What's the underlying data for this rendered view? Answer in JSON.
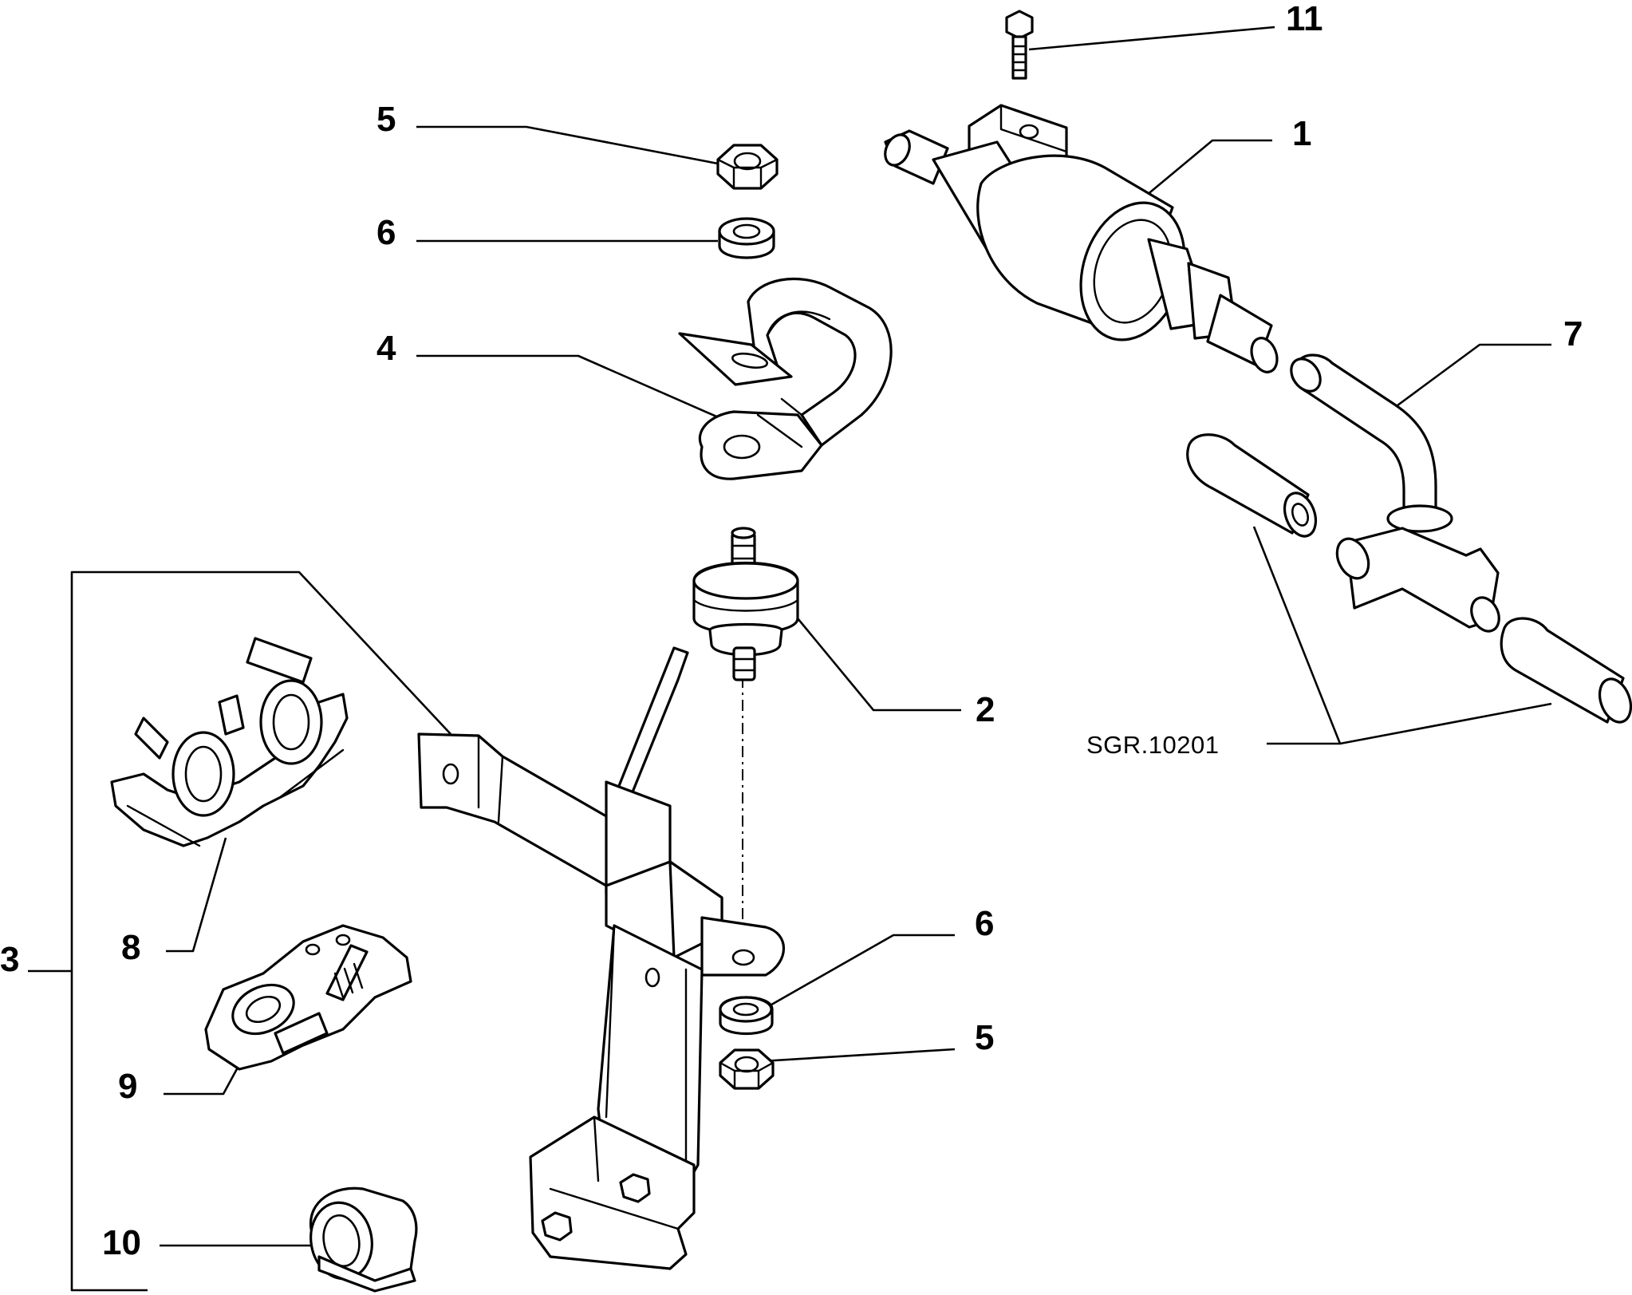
{
  "diagram": {
    "reference_code": "SGR.10201",
    "callouts": {
      "c11": "11",
      "c1": "1",
      "c5_top": "5",
      "c6_top": "6",
      "c4": "4",
      "c7": "7",
      "c2": "2",
      "c3": "3",
      "c8": "8",
      "c9": "9",
      "c10": "10",
      "c6_bottom": "6",
      "c5_bottom": "5"
    }
  }
}
